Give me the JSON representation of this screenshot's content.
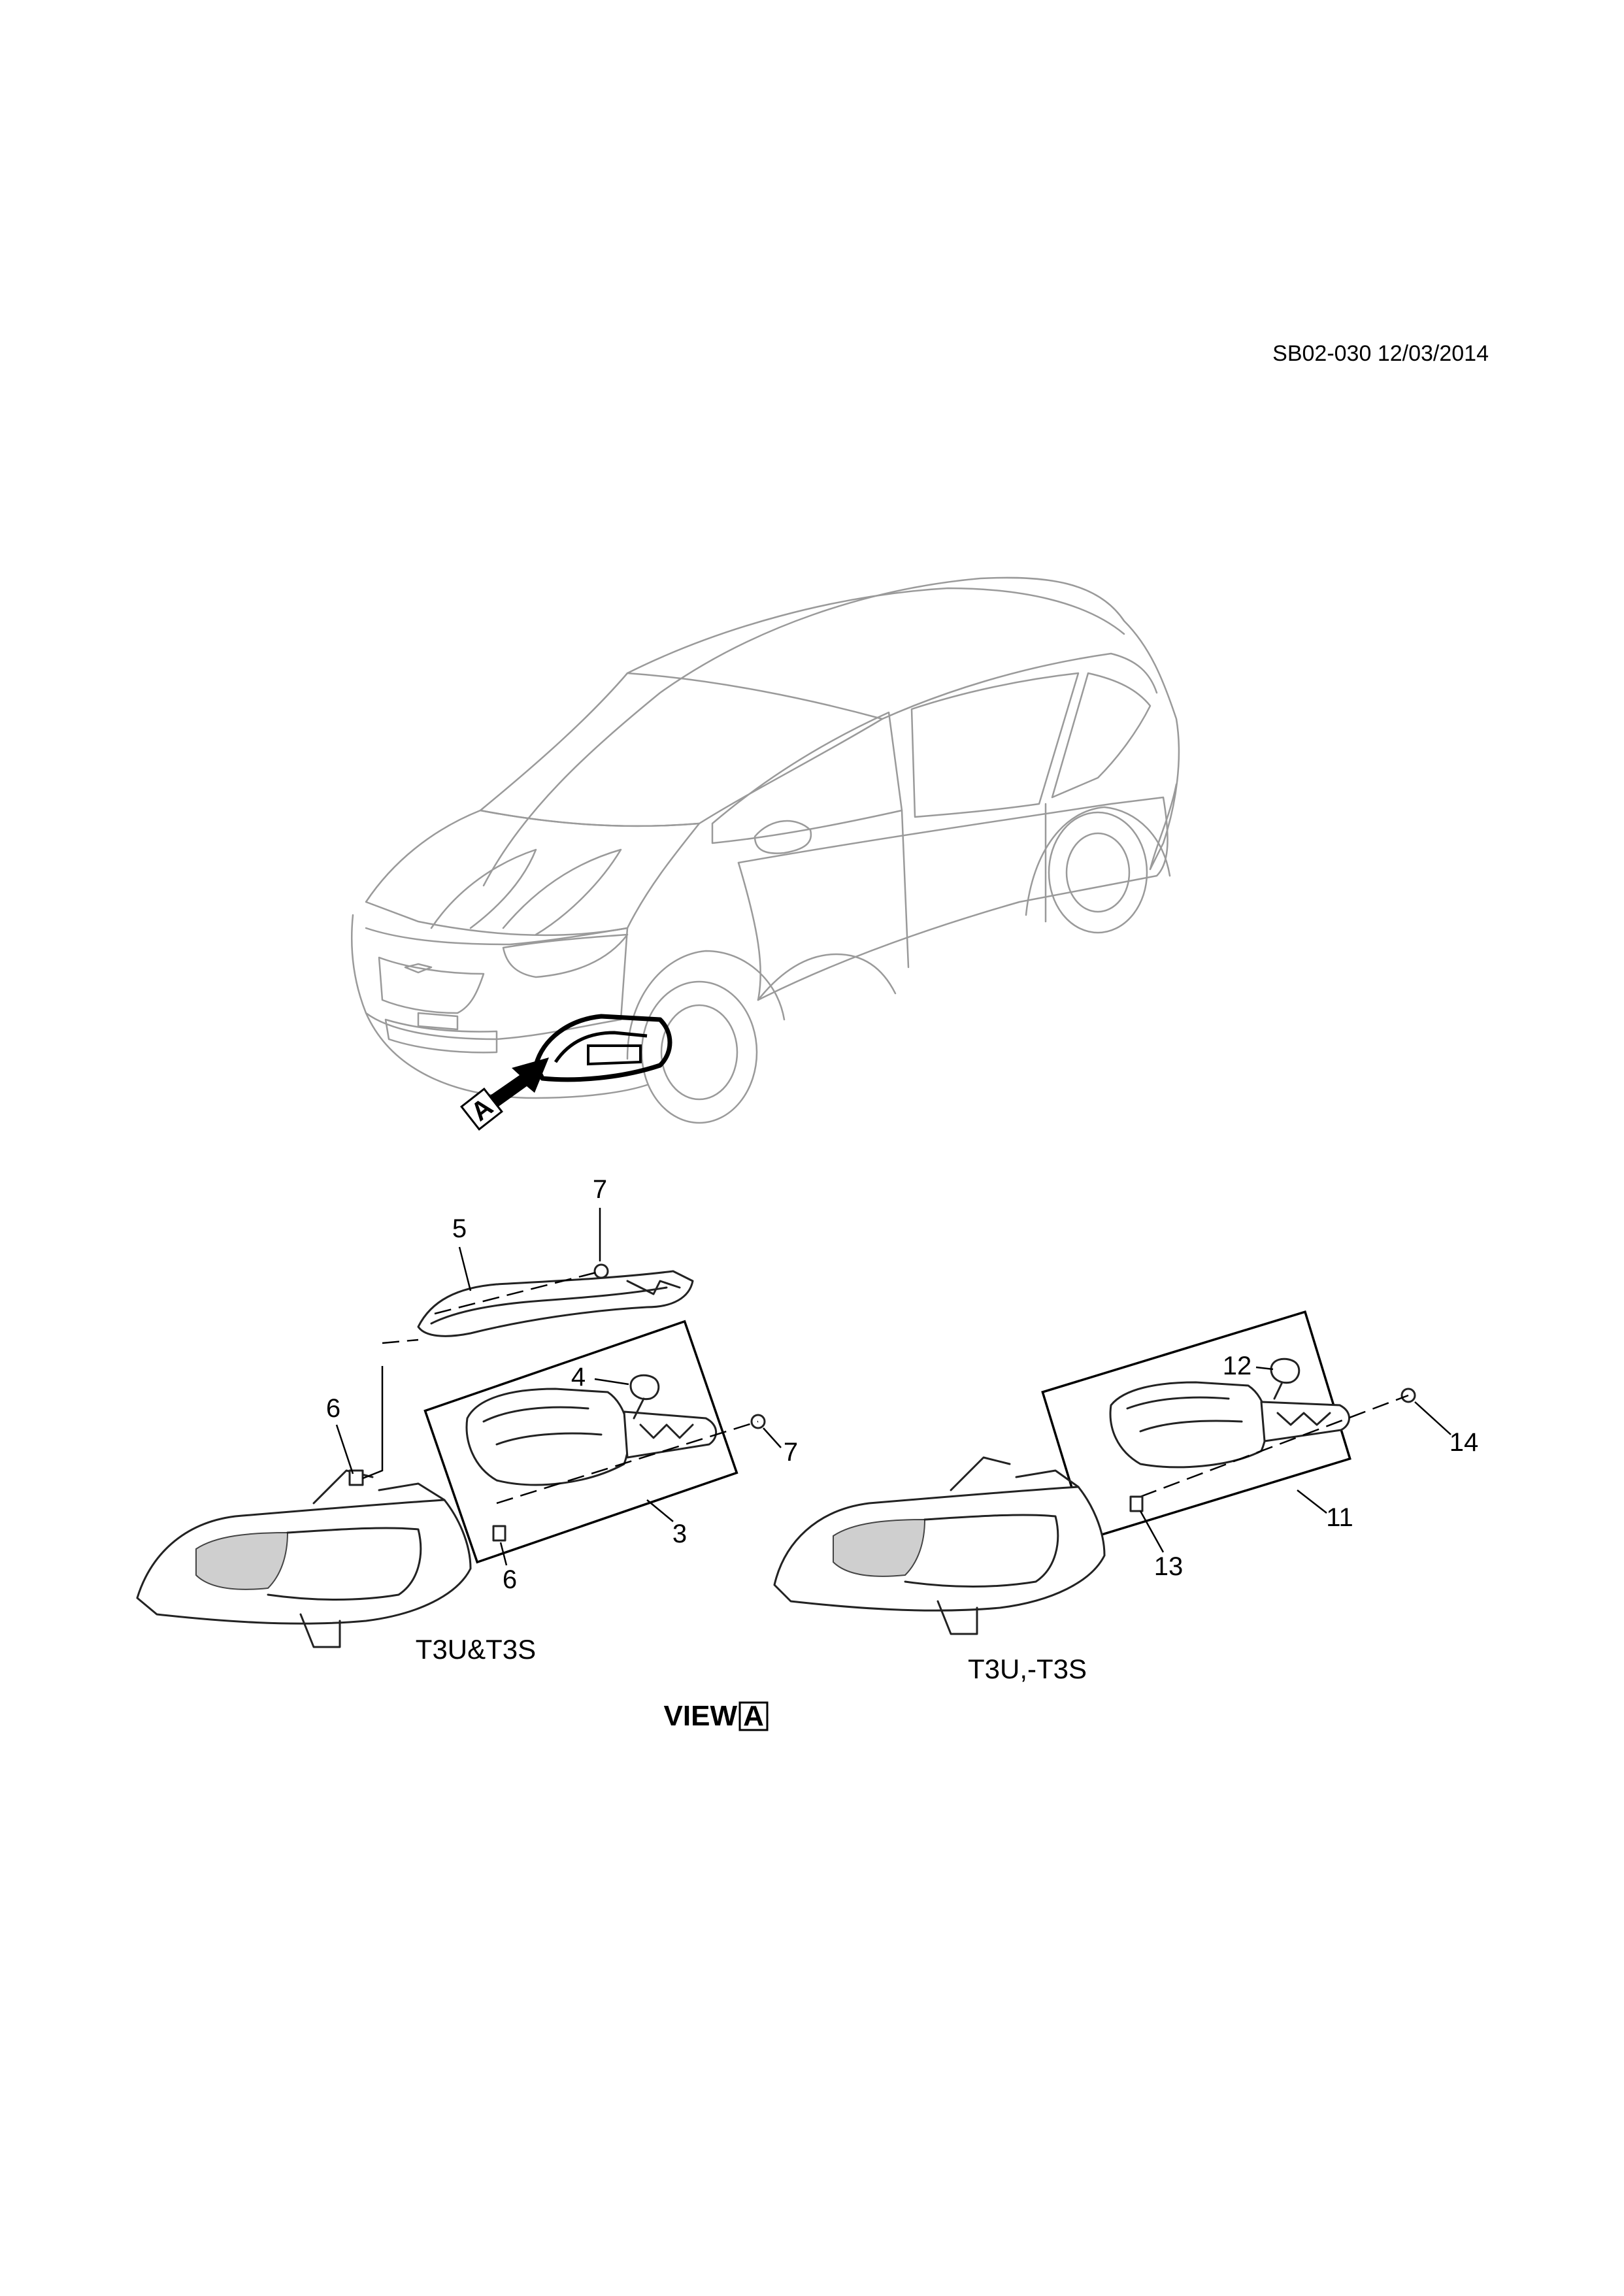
{
  "header": {
    "code": "SB02-030 12/03/2014"
  },
  "view_marker": "A",
  "callouts": [
    "7",
    "5",
    "4",
    "6",
    "7",
    "3",
    "6",
    "12",
    "14",
    "11",
    "13"
  ],
  "captions": {
    "left": "T3U&T3S",
    "right": "T3U,-T3S",
    "view_text": "VIEW",
    "view_letter": "A"
  }
}
